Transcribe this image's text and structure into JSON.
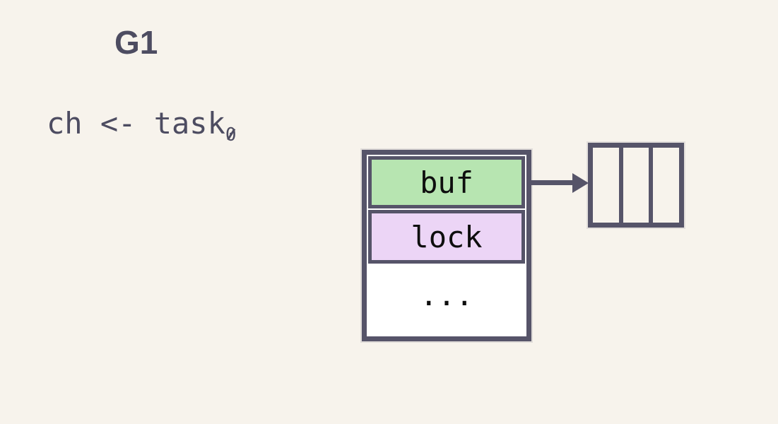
{
  "title": "G1",
  "code": {
    "text": "ch <- task",
    "subscript": "0"
  },
  "struct": {
    "fields": [
      {
        "name": "buf",
        "fill": "#b7e5b1"
      },
      {
        "name": "lock",
        "fill": "#ecd5f6"
      },
      {
        "name": "...",
        "fill": "#ffffff"
      }
    ]
  },
  "buffer_array": {
    "slot_count": 3,
    "slot_fill": "#f7f3ec"
  },
  "colors": {
    "background": "#f7f3ec",
    "border_ink": "#565469",
    "text_ink": "#4d4c61",
    "cell_text": "#0e0e0e"
  }
}
